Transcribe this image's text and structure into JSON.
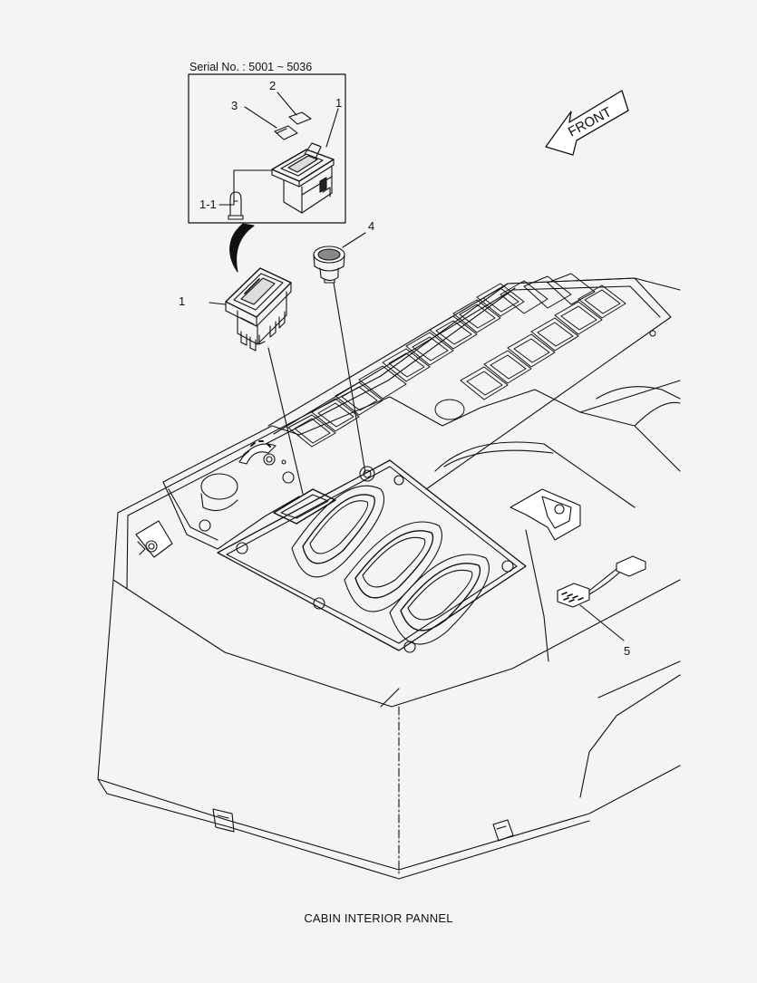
{
  "serial_note": "Serial No. : 5001 ~ 5036",
  "front_arrow_label": "FRONT",
  "callouts": {
    "inset_2": "2",
    "inset_3": "3",
    "inset_1": "1",
    "inset_1_1": "1-1",
    "main_1": "1",
    "main_4": "4",
    "main_5": "5"
  },
  "caption": "CABIN INTERIOR PANNEL",
  "icons": [
    "rocker-switch-icon",
    "bulb-icon",
    "lens-icon",
    "knob-icon",
    "connector-harness-icon",
    "front-arrow-icon"
  ]
}
